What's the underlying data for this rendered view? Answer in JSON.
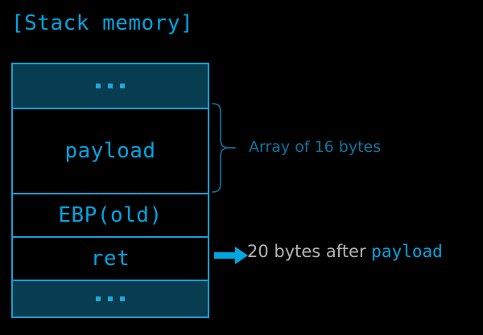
{
  "diagram": {
    "title": "[Stack memory]",
    "colors": {
      "background": "#000000",
      "accent_cyan": "#00a6e0",
      "border": "#1a9fd4",
      "cell_fill": "#083c50",
      "annotation_teal": "#0c76a0",
      "annotation_grey": "#b4b4b4"
    },
    "stack_cells": [
      {
        "id": "ellipsis-top",
        "label": "...",
        "kind": "ellipsis",
        "filled": true
      },
      {
        "id": "payload",
        "label": "payload",
        "kind": "text",
        "filled": false
      },
      {
        "id": "ebp-old",
        "label": "EBP(old)",
        "kind": "text",
        "filled": false
      },
      {
        "id": "ret",
        "label": "ret",
        "kind": "text",
        "filled": false
      },
      {
        "id": "ellipsis-bottom",
        "label": "...",
        "kind": "ellipsis",
        "filled": true
      }
    ],
    "annotations": {
      "brace": {
        "icon": "curly-brace-icon",
        "label": "Array of 16 bytes",
        "targets": "payload"
      },
      "arrow": {
        "icon": "right-arrow-icon",
        "label_prefix": "20 bytes after ",
        "label_accent": "payload",
        "targets": "ret"
      }
    }
  }
}
